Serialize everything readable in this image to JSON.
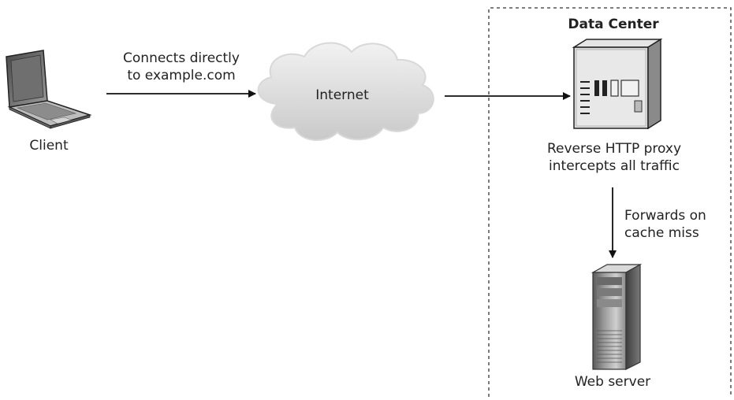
{
  "data_center": {
    "title": "Data Center"
  },
  "client": {
    "label": "Client"
  },
  "client_link": {
    "line1": "Connects directly",
    "line2": "to example.com"
  },
  "internet": {
    "label": "Internet"
  },
  "proxy": {
    "line1": "Reverse HTTP proxy",
    "line2": "intercepts all traffic"
  },
  "forward": {
    "line1": "Forwards on",
    "line2": "cache miss"
  },
  "web_server": {
    "label": "Web server"
  },
  "icons": {
    "client": "laptop-icon",
    "internet": "cloud-icon",
    "proxy": "proxy-server-icon",
    "web_server": "tower-server-icon"
  }
}
